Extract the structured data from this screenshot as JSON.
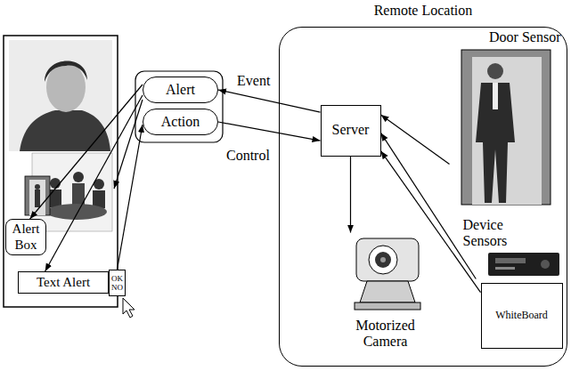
{
  "diagram": {
    "nodes": [
      {
        "text": [
          "Remote Location"
        ]
      },
      {
        "text": [
          "Door Sensor"
        ],
        "in": 0
      },
      {
        "text": [
          "Alert"
        ]
      },
      {
        "text": [
          "Server"
        ],
        "in": 0
      },
      {
        "text": [
          "Action"
        ]
      },
      {
        "text": [
          "Alert Box"
        ]
      },
      {
        "text": [
          "Device Sensors"
        ],
        "in": 0
      },
      {
        "text": [
          "Text Alert"
        ]
      },
      {
        "text": [
          "OK",
          "NO"
        ]
      },
      {
        "text": [
          "WhiteBoard"
        ],
        "in": 0
      },
      {
        "text": [
          "Motorized Camera"
        ],
        "in": 0
      }
    ],
    "edges": [
      {
        "from": 1,
        "to": 3,
        "arrow": "to"
      },
      {
        "from": 6,
        "to": 3,
        "arrow": "to"
      },
      {
        "from": 9,
        "to": 3,
        "arrow": "to"
      },
      {
        "from": 3,
        "to": 10,
        "arrow": "to"
      },
      {
        "from": 3,
        "to": 2,
        "label": "Event",
        "arrow": "to"
      },
      {
        "from": 4,
        "to": 3,
        "label": "Control",
        "arrow": "to"
      },
      {
        "from": 2,
        "to": 5,
        "arrow": "to"
      },
      {
        "from": 2,
        "to": 7,
        "arrow": "to"
      },
      {
        "from": 8,
        "to": 4,
        "arrow": "to"
      }
    ]
  }
}
